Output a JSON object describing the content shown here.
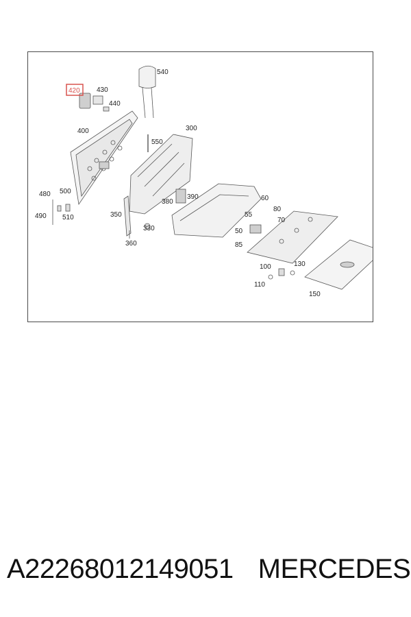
{
  "diagram": {
    "highlight_color": "#d9534f",
    "highlighted_part": "420",
    "callouts": [
      {
        "id": "540",
        "text": "540"
      },
      {
        "id": "420",
        "text": "420"
      },
      {
        "id": "430",
        "text": "430"
      },
      {
        "id": "440",
        "text": "440"
      },
      {
        "id": "400",
        "text": "400"
      },
      {
        "id": "300",
        "text": "300"
      },
      {
        "id": "550",
        "text": "550"
      },
      {
        "id": "480",
        "text": "480"
      },
      {
        "id": "500",
        "text": "500"
      },
      {
        "id": "490",
        "text": "490"
      },
      {
        "id": "510",
        "text": "510"
      },
      {
        "id": "390",
        "text": "390"
      },
      {
        "id": "380",
        "text": "380"
      },
      {
        "id": "350",
        "text": "350"
      },
      {
        "id": "330",
        "text": "330"
      },
      {
        "id": "360",
        "text": "360"
      },
      {
        "id": "60",
        "text": "60"
      },
      {
        "id": "80",
        "text": "80"
      },
      {
        "id": "55",
        "text": "55"
      },
      {
        "id": "70",
        "text": "70"
      },
      {
        "id": "50",
        "text": "50"
      },
      {
        "id": "85",
        "text": "85"
      },
      {
        "id": "100",
        "text": "100"
      },
      {
        "id": "130",
        "text": "130"
      },
      {
        "id": "110",
        "text": "110"
      },
      {
        "id": "150",
        "text": "150"
      }
    ]
  },
  "caption": {
    "part_number": "A22268012149051",
    "brand": "MERCEDES"
  }
}
